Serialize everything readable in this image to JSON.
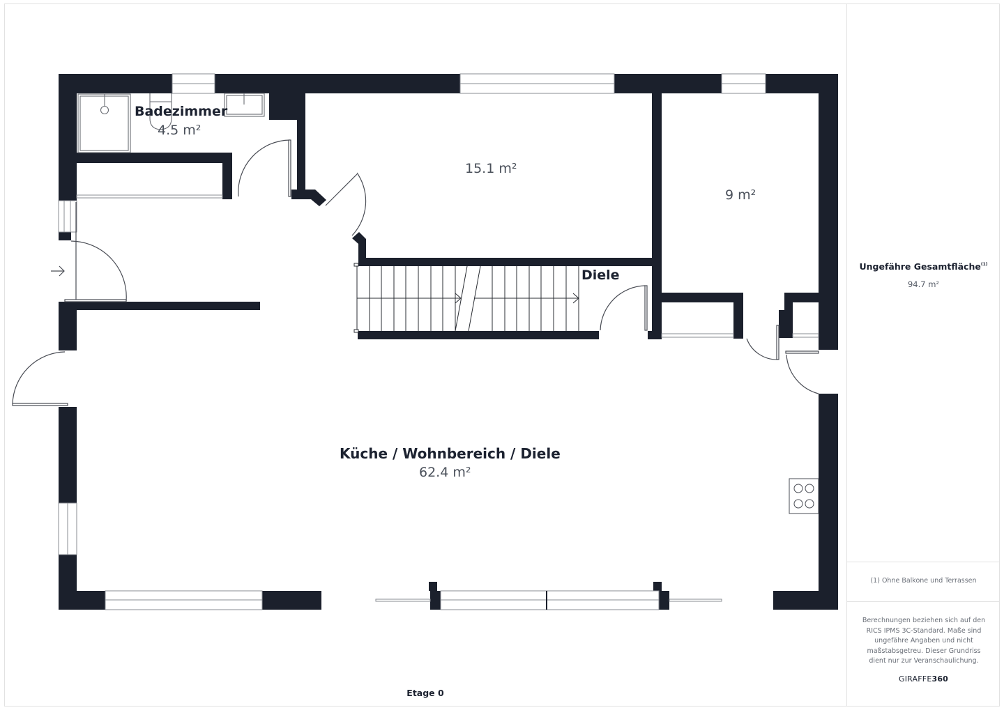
{
  "plan": {
    "floor_label": "Etage 0",
    "wall_color": "#1b202c",
    "rooms": [
      {
        "id": "bathroom",
        "name": "Badezimmer",
        "area": "4.5 m²"
      },
      {
        "id": "room-15",
        "name": "",
        "area": "15.1 m²"
      },
      {
        "id": "room-9",
        "name": "",
        "area": "9 m²"
      },
      {
        "id": "hall",
        "name": "Diele",
        "area": ""
      },
      {
        "id": "living",
        "name": "Küche / Wohnbereich / Diele",
        "area": "62.4 m²"
      }
    ]
  },
  "sidebar": {
    "total_label": "Ungefähre Gesamtfläche",
    "total_footnote_ref": "(1)",
    "total_value": "94.7 m²",
    "footnote": "(1) Ohne Balkone und Terrassen",
    "disclaimer": "Berechnungen beziehen sich auf den RICS IPMS 3C-Standard. Maße sind ungefähre Angaben und nicht maßstabsgetreu. Dieser Grundriss dient nur zur Veranschaulichung.",
    "brand_prefix": "GIRAFFE",
    "brand_suffix": "360"
  }
}
